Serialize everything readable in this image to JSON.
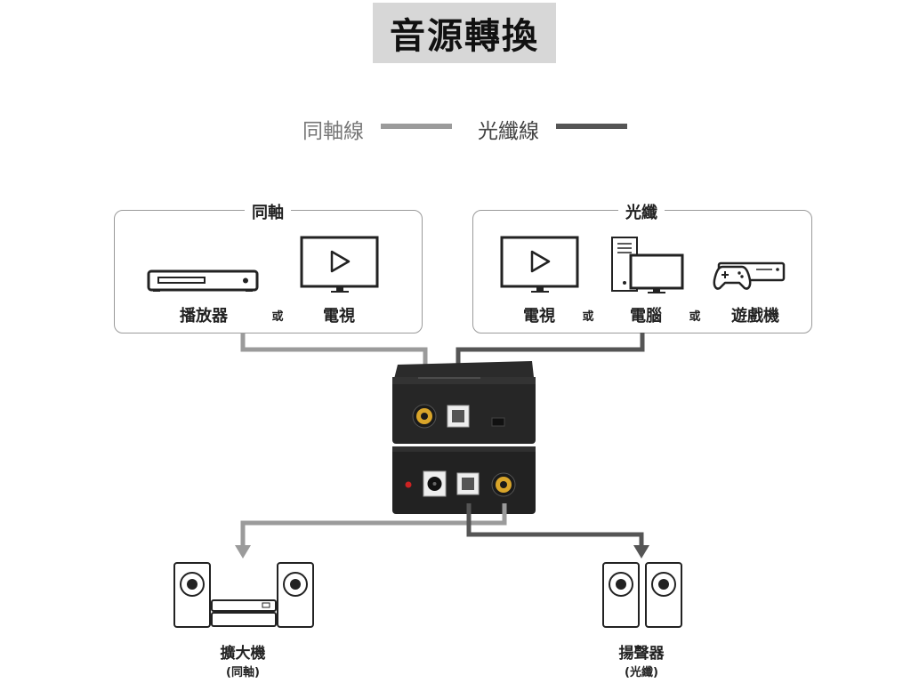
{
  "title": "音源轉換",
  "legend": {
    "coaxial": {
      "label": "同軸線",
      "color": "#9b9b9b"
    },
    "optical": {
      "label": "光纖線",
      "color": "#555555"
    }
  },
  "inputs": {
    "coaxial_group": {
      "title": "同軸",
      "devices": [
        "播放器",
        "電視"
      ],
      "separator": "或"
    },
    "optical_group": {
      "title": "光纖",
      "devices": [
        "電視",
        "電腦",
        "遊戲機"
      ],
      "separator": "或"
    }
  },
  "outputs": {
    "amplifier": {
      "label": "擴大機",
      "sub": "(同軸)"
    },
    "speakers": {
      "label": "揚聲器",
      "sub": "(光纖)"
    }
  }
}
